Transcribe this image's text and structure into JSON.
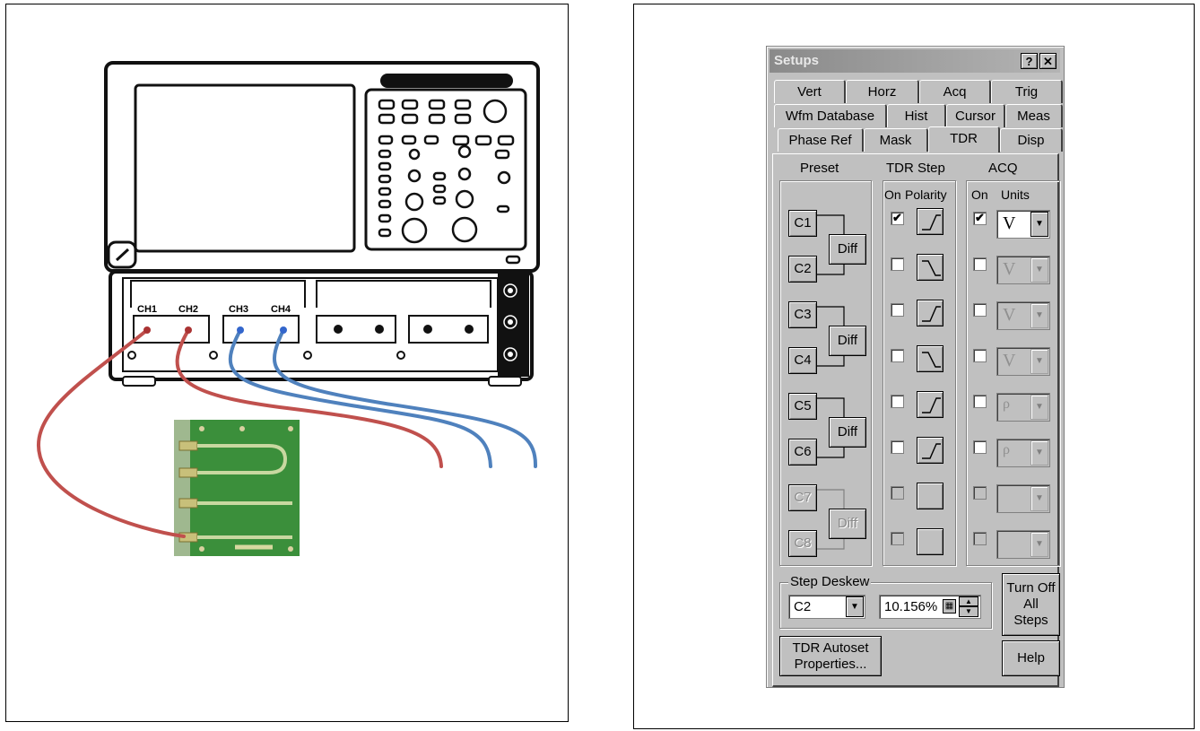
{
  "dialog": {
    "title": "Setups",
    "help_glyph": "?",
    "close_glyph": "✕",
    "tabs": [
      {
        "label": "Vert"
      },
      {
        "label": "Horz"
      },
      {
        "label": "Acq"
      },
      {
        "label": "Trig"
      },
      {
        "label": "Wfm Database"
      },
      {
        "label": "Hist"
      },
      {
        "label": "Cursor"
      },
      {
        "label": "Meas"
      },
      {
        "label": "Phase Ref"
      },
      {
        "label": "Mask"
      },
      {
        "label": "TDR"
      },
      {
        "label": "Disp"
      }
    ],
    "active_tab": "TDR",
    "headers": {
      "preset": "Preset",
      "tdr_step": "TDR Step",
      "acq": "ACQ",
      "on1": "On",
      "polarity": "Polarity",
      "on2": "On",
      "units": "Units"
    },
    "channels": [
      {
        "label": "C1",
        "step_on": true,
        "polarity": "rising",
        "acq_on": true,
        "unit": "V",
        "enabled": true,
        "unit_enabled": true
      },
      {
        "label": "C2",
        "step_on": false,
        "polarity": "falling",
        "acq_on": false,
        "unit": "V",
        "enabled": true,
        "unit_enabled": false
      },
      {
        "label": "C3",
        "step_on": false,
        "polarity": "rising",
        "acq_on": false,
        "unit": "V",
        "enabled": true,
        "unit_enabled": false
      },
      {
        "label": "C4",
        "step_on": false,
        "polarity": "falling",
        "acq_on": false,
        "unit": "V",
        "enabled": true,
        "unit_enabled": false
      },
      {
        "label": "C5",
        "step_on": false,
        "polarity": "rising",
        "acq_on": false,
        "unit": "ρ",
        "enabled": true,
        "unit_enabled": false
      },
      {
        "label": "C6",
        "step_on": false,
        "polarity": "rising",
        "acq_on": false,
        "unit": "ρ",
        "enabled": true,
        "unit_enabled": false
      },
      {
        "label": "C7",
        "step_on": false,
        "polarity": "none",
        "acq_on": false,
        "unit": "",
        "enabled": false,
        "unit_enabled": false
      },
      {
        "label": "C8",
        "step_on": false,
        "polarity": "none",
        "acq_on": false,
        "unit": "",
        "enabled": false,
        "unit_enabled": false
      }
    ],
    "diff_label": "Diff",
    "step_deskew": {
      "label": "Step Deskew",
      "channel": "C2",
      "value": "10.156%"
    },
    "turn_off_all_steps": "Turn Off All Steps",
    "tdr_autoset": "TDR Autoset Properties...",
    "help": "Help"
  },
  "scope": {
    "channel_labels": [
      "CH1",
      "CH2",
      "CH3",
      "CH4"
    ],
    "board_labels": [
      "",
      "",
      "",
      ""
    ]
  },
  "colors": {
    "cable_red": "#c0504d",
    "cable_blue": "#4f81bd",
    "board_green": "#3a8a3a",
    "dialog_face": "#c0c0c0"
  }
}
